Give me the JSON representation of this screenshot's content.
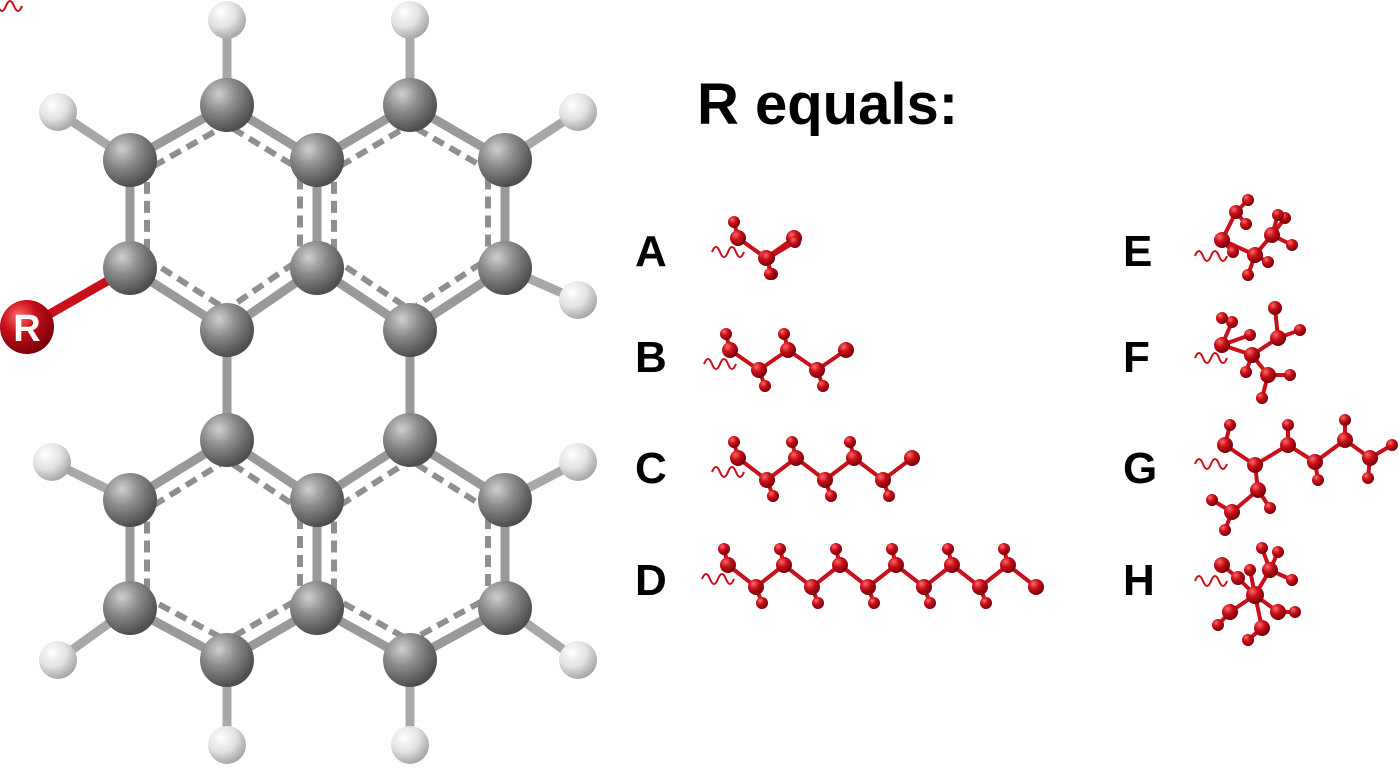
{
  "heading": "R equals:",
  "r_marker_label": "R",
  "colors": {
    "carbon": "#8a8a8a",
    "hydrogen": "#e6e6e6",
    "bond": "#999999",
    "substituent": "#c8101a",
    "background": "#ffffff"
  },
  "substituents": [
    {
      "label": "A"
    },
    {
      "label": "B"
    },
    {
      "label": "C"
    },
    {
      "label": "D"
    },
    {
      "label": "E"
    },
    {
      "label": "F"
    },
    {
      "label": "G"
    },
    {
      "label": "H"
    }
  ]
}
